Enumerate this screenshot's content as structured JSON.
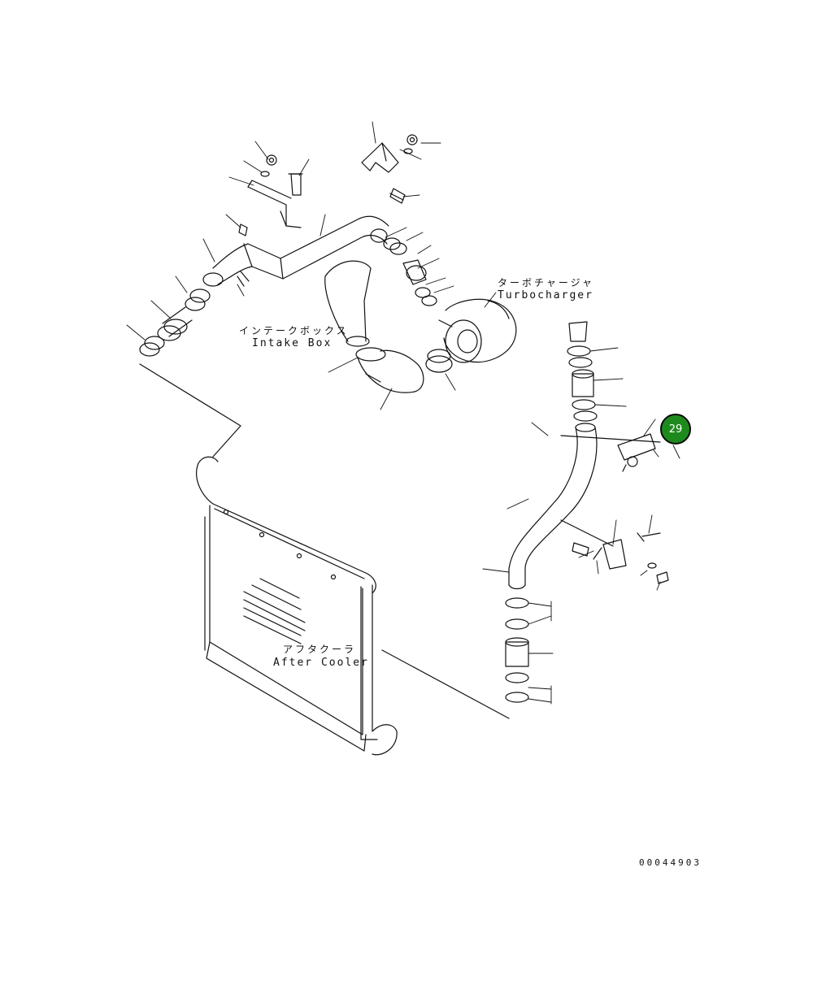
{
  "labels": {
    "turbocharger_jp": "ターボチャージャ",
    "turbocharger_en": "Turbocharger",
    "intake_box_jp": "インテークボックス",
    "intake_box_en": "Intake Box",
    "after_cooler_jp": "アフタクーラ",
    "after_cooler_en": "After Cooler"
  },
  "callout": {
    "number": "29",
    "color": "#1e8a1e"
  },
  "document_number": "00044903"
}
